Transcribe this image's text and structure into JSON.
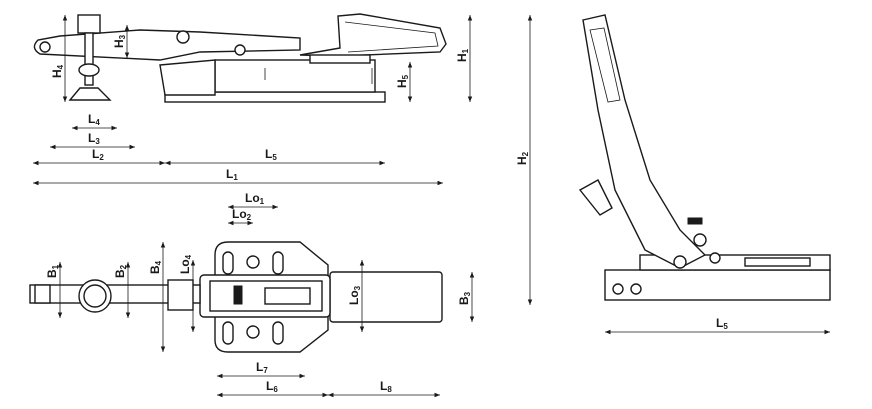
{
  "title": "Horizontal toggle clamp dimension drawing",
  "dimensions": {
    "H1": {
      "text": "H",
      "sub": "1"
    },
    "H2": {
      "text": "H",
      "sub": "2"
    },
    "H3": {
      "text": "H",
      "sub": "3"
    },
    "H4": {
      "text": "H",
      "sub": "4"
    },
    "H5": {
      "text": "H",
      "sub": "5"
    },
    "L1": {
      "text": "L",
      "sub": "1"
    },
    "L2": {
      "text": "L",
      "sub": "2"
    },
    "L3": {
      "text": "L",
      "sub": "3"
    },
    "L4": {
      "text": "L",
      "sub": "4"
    },
    "L5a": {
      "text": "L",
      "sub": "5"
    },
    "L5b": {
      "text": "L",
      "sub": "5"
    },
    "L6": {
      "text": "L",
      "sub": "6"
    },
    "L7": {
      "text": "L",
      "sub": "7"
    },
    "L8": {
      "text": "L",
      "sub": "8"
    },
    "Lo1": {
      "text": "Lo",
      "sub": "1"
    },
    "Lo2": {
      "text": "Lo",
      "sub": "2"
    },
    "Lo3": {
      "text": "Lo",
      "sub": "3"
    },
    "Lo4": {
      "text": "Lo",
      "sub": "4"
    },
    "B1": {
      "text": "B",
      "sub": "1"
    },
    "B2": {
      "text": "B",
      "sub": "2"
    },
    "B3": {
      "text": "B",
      "sub": "3"
    },
    "B4": {
      "text": "B",
      "sub": "4"
    }
  }
}
